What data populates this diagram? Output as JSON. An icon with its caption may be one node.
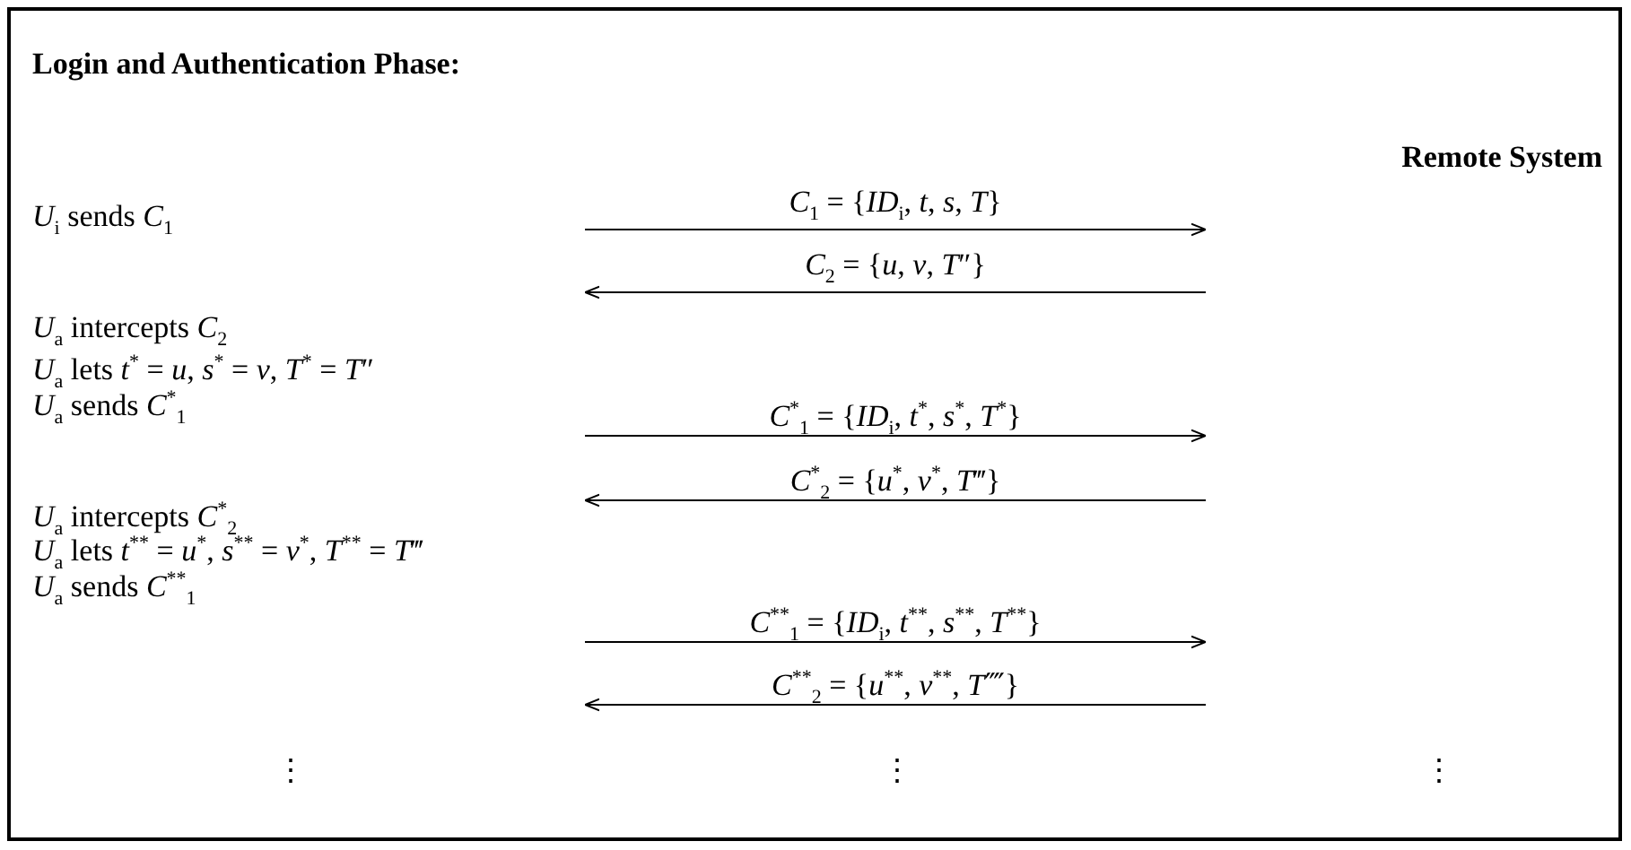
{
  "diagram": {
    "title": "Login and Authentication Phase:",
    "labels": [
      "Remote System",
      "*U*$_{i}$ sends *C*$_{1}$",
      "*C*$_{1}$ = {*ID*$_{i}$, *t*, *s*, *T*}",
      "*C*$_{2}$ = {*u*, *v*, *T*″}",
      "*U*$_{a}$ intercepts *C*$_{2}$",
      "*U*$_{a}$ lets *t*$^{*}$ = *u*, *s*$^{*}$ = *v*, *T*$^{*}$ = *T*″",
      "*U*$_{a}$ sends *C*$^{*}$$_{1}$",
      "*C*$^{*}$$_{1}$ = {*ID*$_{i}$, *t*$^{*}$, *s*$^{*}$, *T*$^{*}$}",
      "*C*$^{*}$$_{2}$ = {*u*$^{*}$, *v*$^{*}$, *T*‴}",
      "*U*$_{a}$ intercepts *C*$^{*}$$_{2}$",
      "*U*$_{a}$ lets *t*$^{**}$ = *u*$^{*}$, *s*$^{**}$ = *v*$^{*}$, *T*$^{**}$ = *T*‴",
      "*U*$_{a}$ sends *C*$^{**}$$_{1}$",
      "*C*$^{**}$$_{1}$ = {*ID*$_{i}$, *t*$^{**}$, *s*$^{**}$, *T*$^{**}$}",
      "*C*$^{**}$$_{2}$ = {*u*$^{**}$, *v*$^{**}$, *T*⁗}",
      "⋮",
      "⋮",
      "⋮"
    ]
  }
}
